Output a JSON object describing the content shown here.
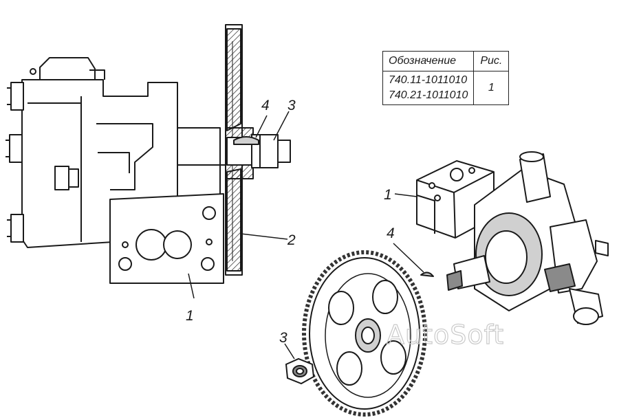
{
  "table": {
    "header": {
      "designation": "Обозначение",
      "figure": "Рис."
    },
    "rows": [
      {
        "codes": [
          "740.11-1011010",
          "740.21-1011010"
        ],
        "figure": "1"
      }
    ]
  },
  "callouts": {
    "left_housing": "1",
    "left_gear": "2",
    "left_nut": "3",
    "left_key": "4",
    "gear": "2",
    "nut": "3",
    "right_key": "4",
    "right_pump": "1"
  },
  "watermark": "AutoSoft",
  "colors": {
    "line": "#1a1a1a",
    "shade": "#8a8a8a",
    "light": "#d0d0d0"
  }
}
